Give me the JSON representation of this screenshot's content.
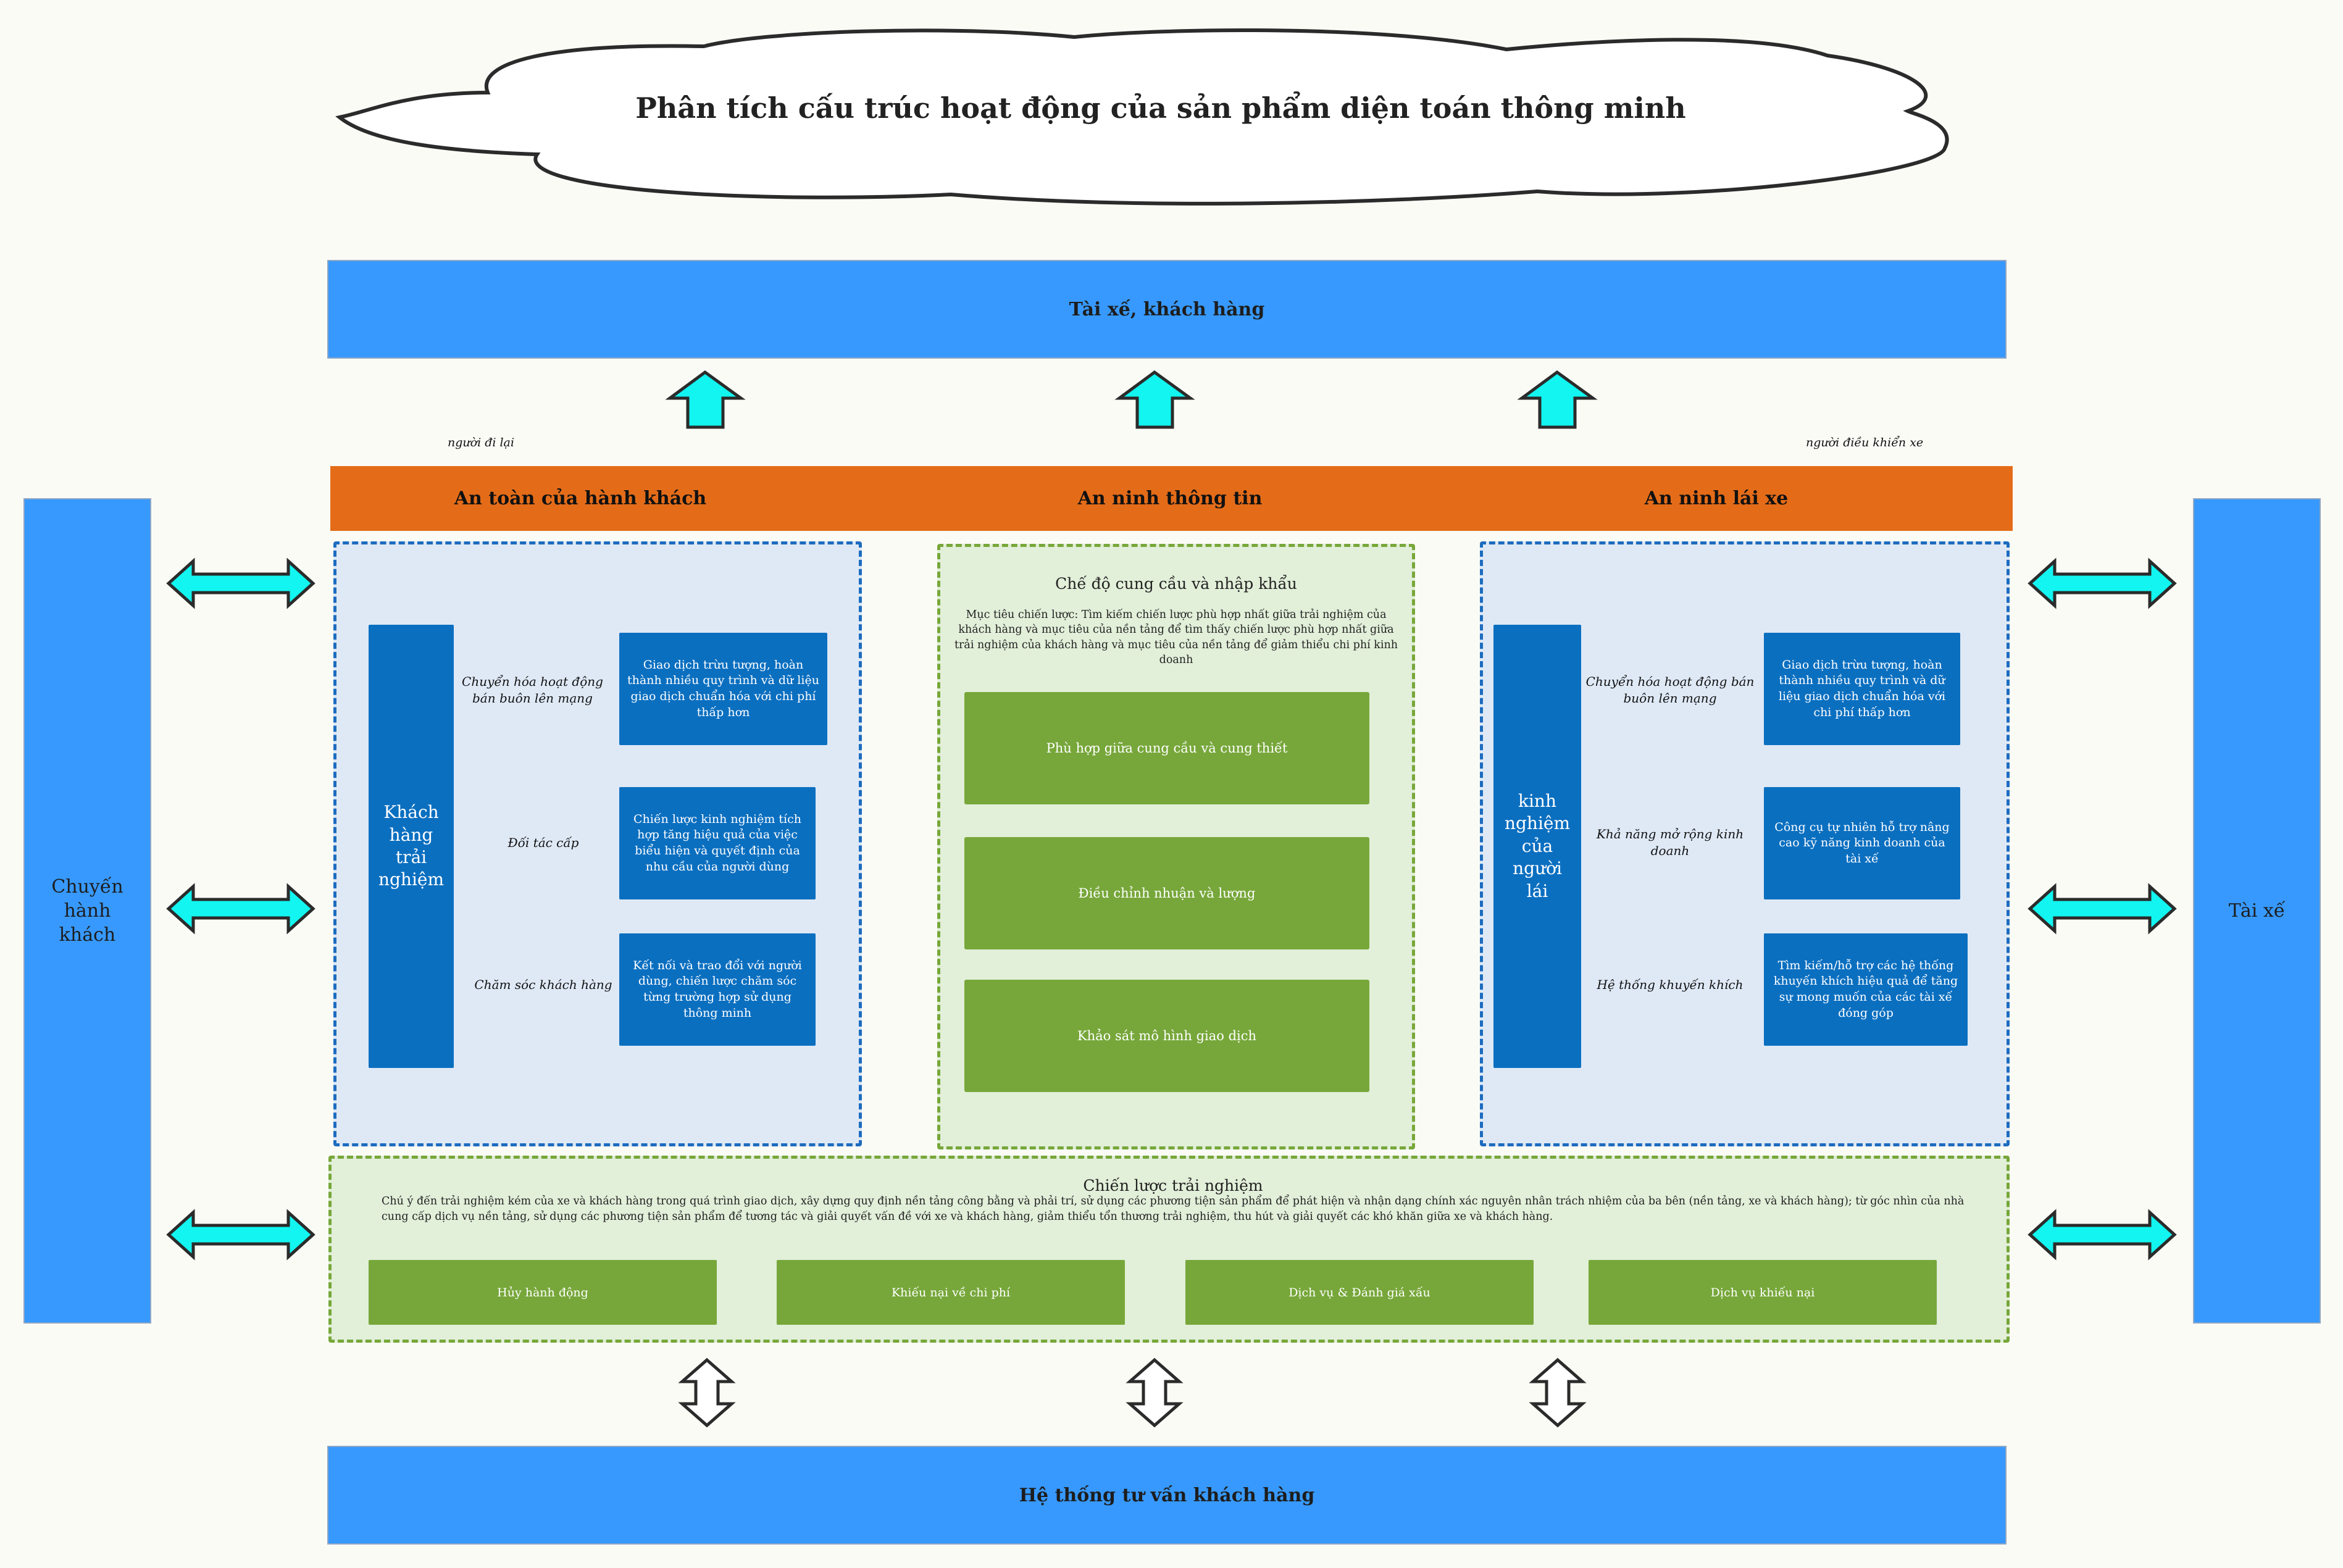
{
  "title": "Phân tích cấu trúc hoạt động của sản phẩm diện toán thông minh",
  "top_bar": "Tài xế, khách hàng",
  "bottom_bar": "Hệ thống tư vấn khách hàng",
  "left_bar": "Chuyến hành khách",
  "right_bar": "Tài xế",
  "note_left": "người đi lại",
  "note_right": "người điều khiển xe",
  "security_bar": {
    "items": [
      "An toàn của hành khách",
      "An ninh thông tin",
      "An ninh lái xe"
    ]
  },
  "left_panel": {
    "column": "Khách hàng trải nghiệm",
    "rows": [
      {
        "label": "Chuyển hóa hoạt động bán buôn lên mạng",
        "box": "Giao dịch trừu tượng, hoàn thành nhiều quy trình và dữ liệu giao dịch chuẩn hóa với chi phí thấp hơn"
      },
      {
        "label": "Đối tác cấp",
        "box": "Chiến lược kinh nghiệm tích hợp tăng hiệu quả của việc biểu hiện và quyết định của nhu cầu của người dùng"
      },
      {
        "label": "Chăm sóc khách hàng",
        "box": "Kết nối và trao đổi với người dùng, chiến lược chăm sóc từng trường hợp sử dụng thông minh"
      }
    ]
  },
  "center_panel": {
    "title": "Chế độ cung cầu và nhập khẩu",
    "desc": "Mục tiêu chiến lược: Tìm kiếm chiến lược phù hợp nhất giữa trải nghiệm của khách hàng và mục tiêu của nền tảng để tìm thấy chiến lược phù hợp nhất giữa trải nghiệm của khách hàng và mục tiêu của nền tảng để giảm thiểu chi phí kinh doanh",
    "boxes": [
      "Phù hợp giữa cung cầu và cung thiết",
      "Điều chỉnh nhuận và lượng",
      "Khảo sát mô hình giao dịch"
    ]
  },
  "right_panel": {
    "column": "kinh nghiệm của người lái",
    "rows": [
      {
        "label": "Chuyển hóa hoạt động bán buôn lên mạng",
        "box": "Giao dịch trừu tượng, hoàn thành nhiều quy trình và dữ liệu giao dịch chuẩn hóa với chi phí thấp hơn"
      },
      {
        "label": "Khả năng mở rộng kinh doanh",
        "box": "Công cụ tự nhiên hỗ trợ nâng cao kỹ năng kinh doanh của tài xế"
      },
      {
        "label": "Hệ thống khuyến khích",
        "box": "Tìm kiếm/hỗ trợ các hệ thống khuyến khích hiệu quả để tăng sự mong muốn của các tài xế đóng góp"
      }
    ]
  },
  "bottom_panel": {
    "title": "Chiến lược trải nghiệm",
    "desc": "Chú ý đến trải nghiệm kém của xe và khách hàng trong quá trình giao dịch, xây dựng quy định nền tảng công bằng và phải trí, sử dụng các phương tiện sản phẩm để phát hiện và nhận dạng chính xác nguyên nhân trách nhiệm của ba bên (nền tảng, xe và khách hàng); từ góc nhìn của nhà cung cấp dịch vụ nền tảng, sử dụng các phương tiện sản phẩm để tương tác và giải quyết vấn đề với xe và khách hàng, giảm thiểu tổn thương trải nghiệm, thu hút và giải quyết các khó khăn giữa xe và khách hàng.",
    "boxes": [
      "Hủy hành động",
      "Khiếu nại về chi phí",
      "Dịch vụ & Đánh giá xấu",
      "Dịch vụ khiếu nại"
    ]
  },
  "colors": {
    "blue_bar": "#3799fd",
    "orange_bar": "#e46c19",
    "dark_blue": "#0b6fc0",
    "green": "#77a73a",
    "arrow_cyan": "#12f5f0"
  },
  "icons": [
    "cloud-shape",
    "up-arrow-icon",
    "double-arrow-icon",
    "up-down-arrow-icon"
  ]
}
